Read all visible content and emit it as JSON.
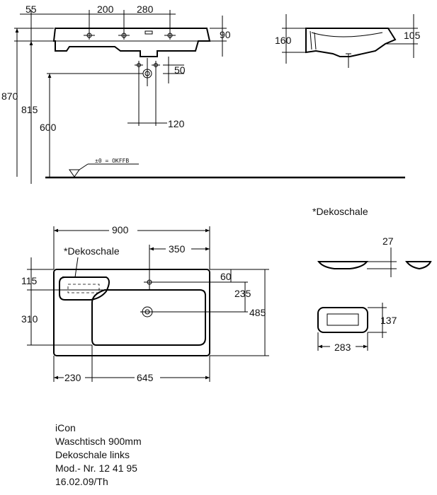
{
  "front_view": {
    "dim_55": "55",
    "dim_200": "200",
    "dim_280": "280",
    "dim_90": "90",
    "dim_50": "50",
    "dim_120": "120",
    "dim_870": "870",
    "dim_815": "815",
    "dim_600": "600",
    "floor_reference": "±0 = OKFFB"
  },
  "side_view": {
    "dim_160": "160",
    "dim_105": "105"
  },
  "top_view": {
    "dim_900": "900",
    "dim_350": "350",
    "dim_60": "60",
    "dim_115": "115",
    "dim_235": "235",
    "dim_310": "310",
    "dim_485": "485",
    "dim_230": "230",
    "dim_645": "645",
    "tray_label": "*Dekoschale"
  },
  "tray_detail": {
    "title": "*Dekoschale",
    "dim_27": "27",
    "dim_137": "137",
    "dim_283": "283"
  },
  "info_block": {
    "product": "iCon",
    "description": "Waschtisch 900mm",
    "variant": "Dekoschale links",
    "model": "Mod.- Nr. 12 41 95",
    "date": "16.02.09/Th"
  }
}
